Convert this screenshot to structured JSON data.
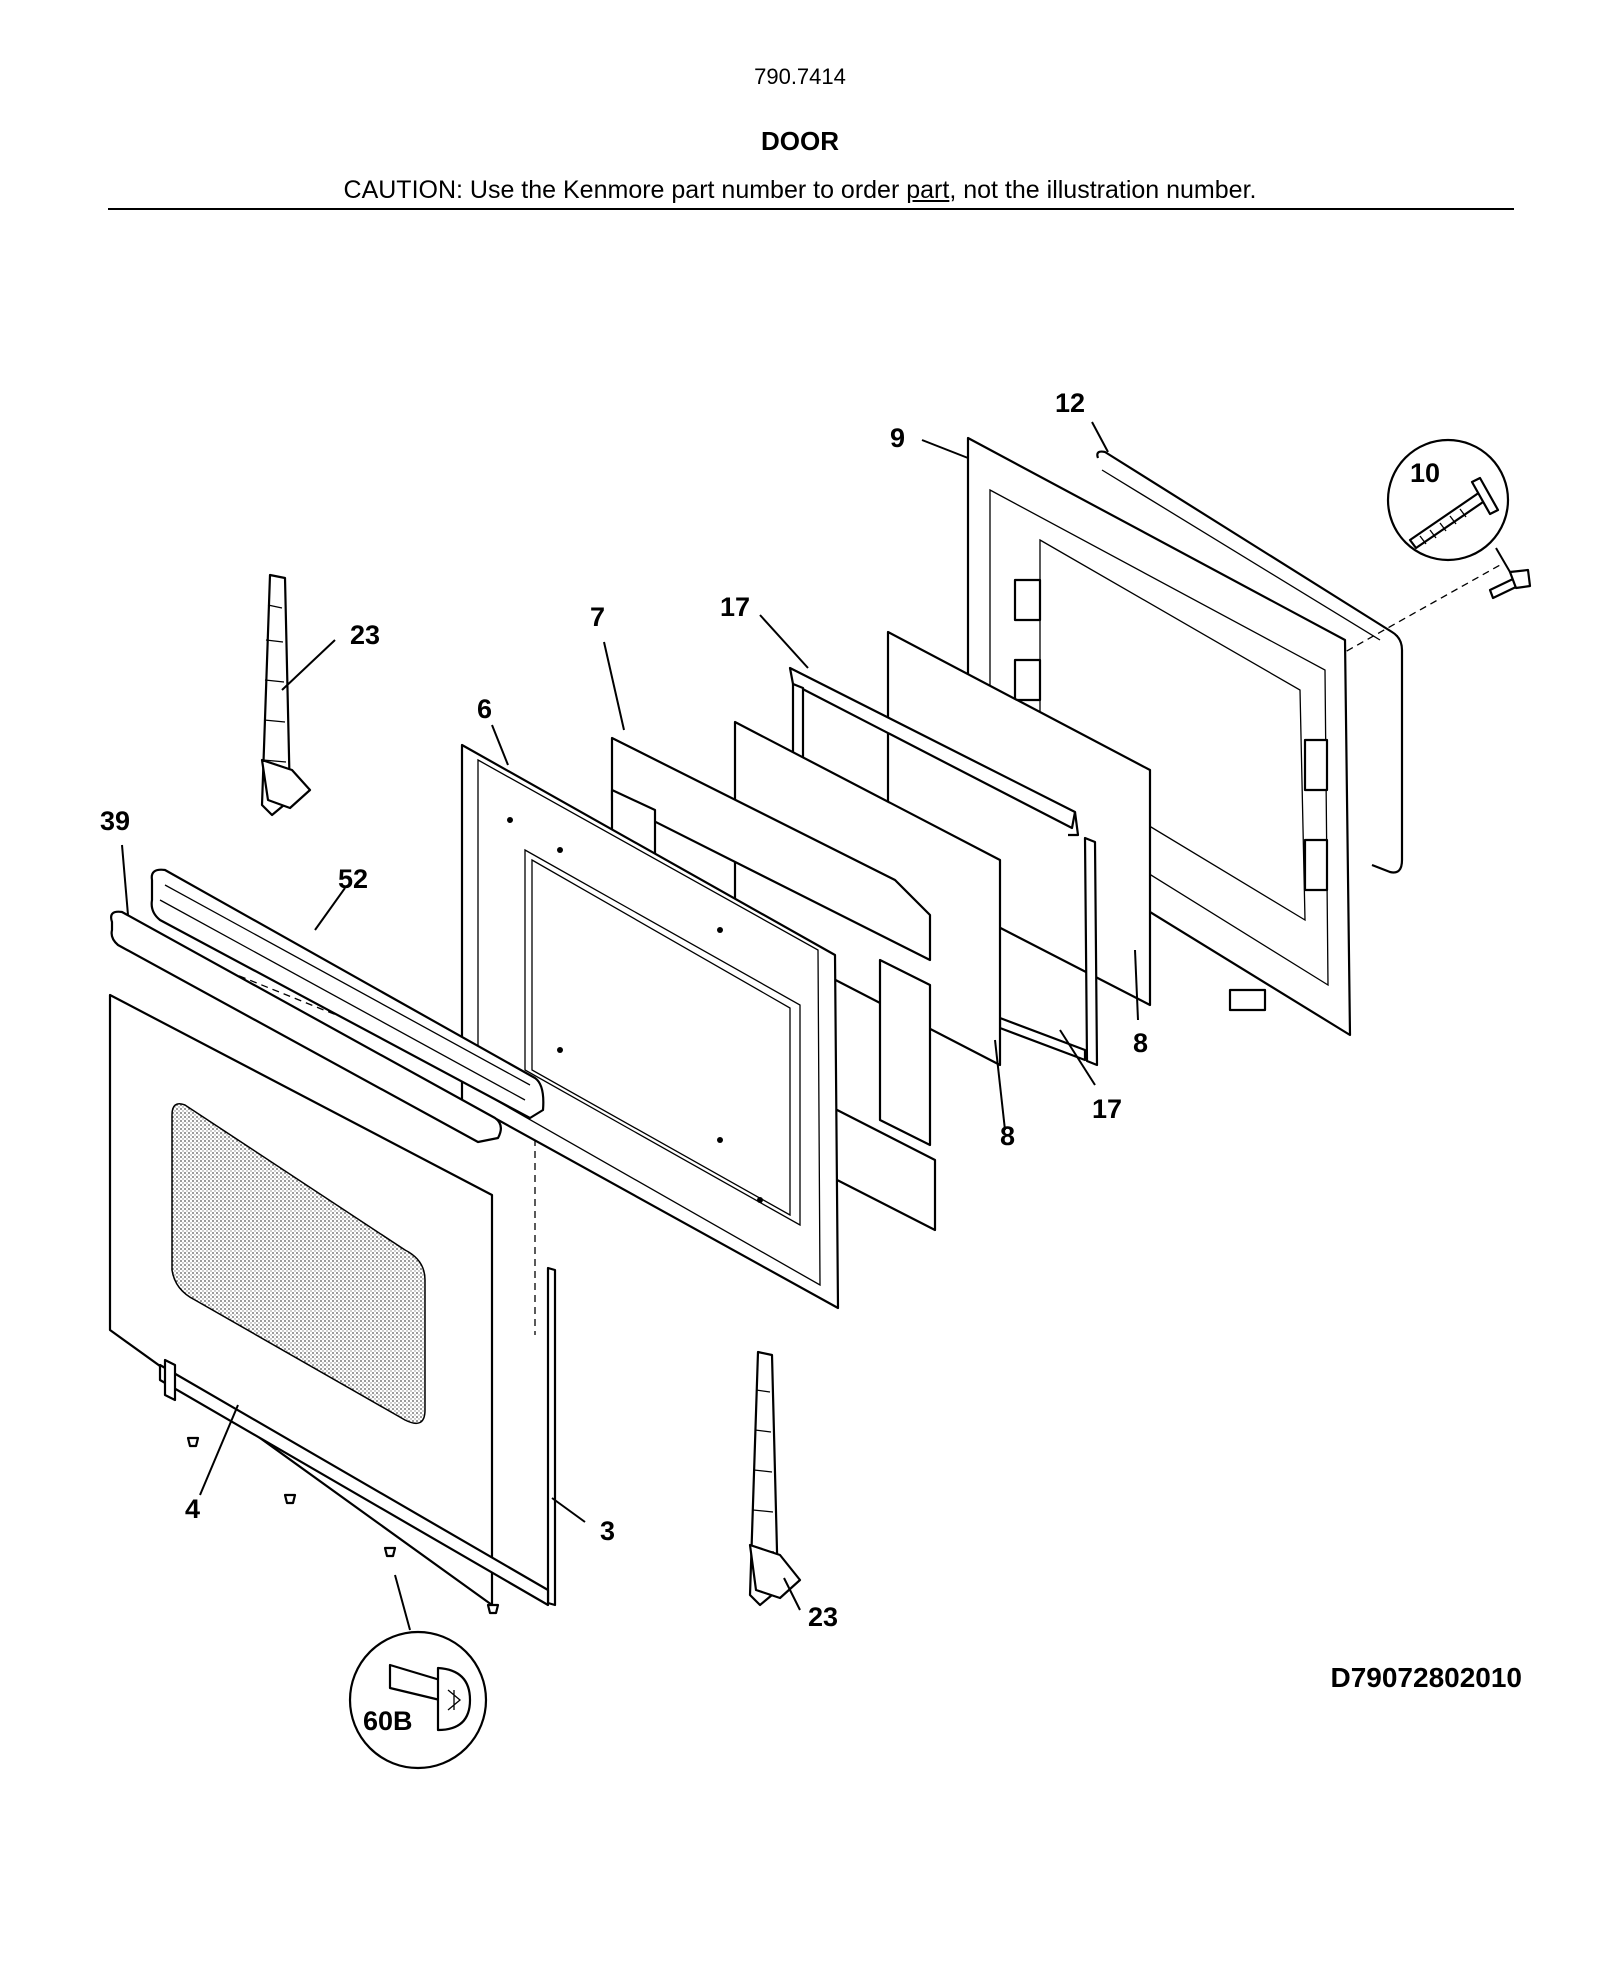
{
  "header": {
    "model_number": "790.7414",
    "section_title": "DOOR",
    "caution_prefix": "CAUTION: Use the Kenmore part number to order ",
    "caution_link": "part",
    "caution_suffix": ", not the illustration number."
  },
  "diagram_id": "D79072802010",
  "callouts": {
    "c3": "3",
    "c4": "4",
    "c6": "6",
    "c7": "7",
    "c8_left": "8",
    "c8_right": "8",
    "c9": "9",
    "c10": "10",
    "c12": "12",
    "c17_top": "17",
    "c17_bottom": "17",
    "c23_top": "23",
    "c23_bottom": "23",
    "c39": "39",
    "c52": "52",
    "c60b": "60B"
  }
}
